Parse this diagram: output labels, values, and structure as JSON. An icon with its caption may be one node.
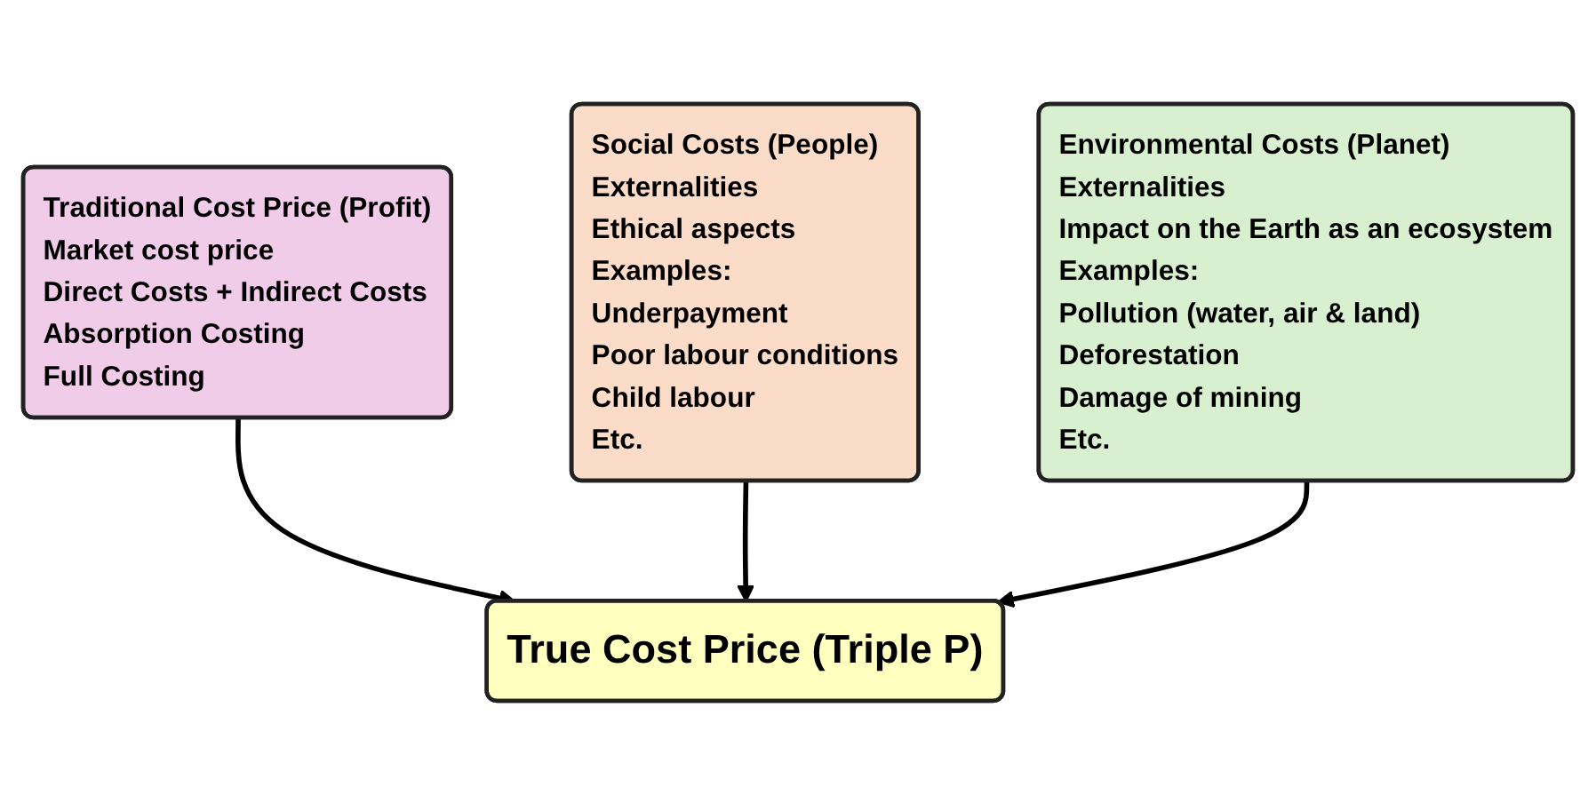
{
  "diagram": {
    "nodes": [
      {
        "text": [
          "Traditional Cost Price (Profit)",
          "Market cost price",
          "Direct Costs + Indirect Costs",
          "Absorption Costing",
          "Full Costing"
        ]
      },
      {
        "text": [
          "True Cost Price (Triple P)"
        ]
      },
      {
        "text": [
          "Social Costs (People)",
          "Externalities",
          "Ethical aspects",
          "Examples:",
          "Underpayment",
          "Poor labour conditions",
          "Child labour",
          "Etc."
        ]
      },
      {
        "text": [
          "Environmental Costs (Planet)",
          "Externalities",
          "Impact on the Earth as an ecosystem",
          "Examples:",
          "Pollution (water, air & land)",
          "Deforestation",
          "Damage of mining",
          "Etc."
        ]
      }
    ],
    "edges": [
      {
        "from": 0,
        "to": 1,
        "arrow": "to"
      },
      {
        "from": 2,
        "to": 1,
        "arrow": "to"
      },
      {
        "from": 3,
        "to": 1,
        "arrow": "to"
      }
    ]
  }
}
